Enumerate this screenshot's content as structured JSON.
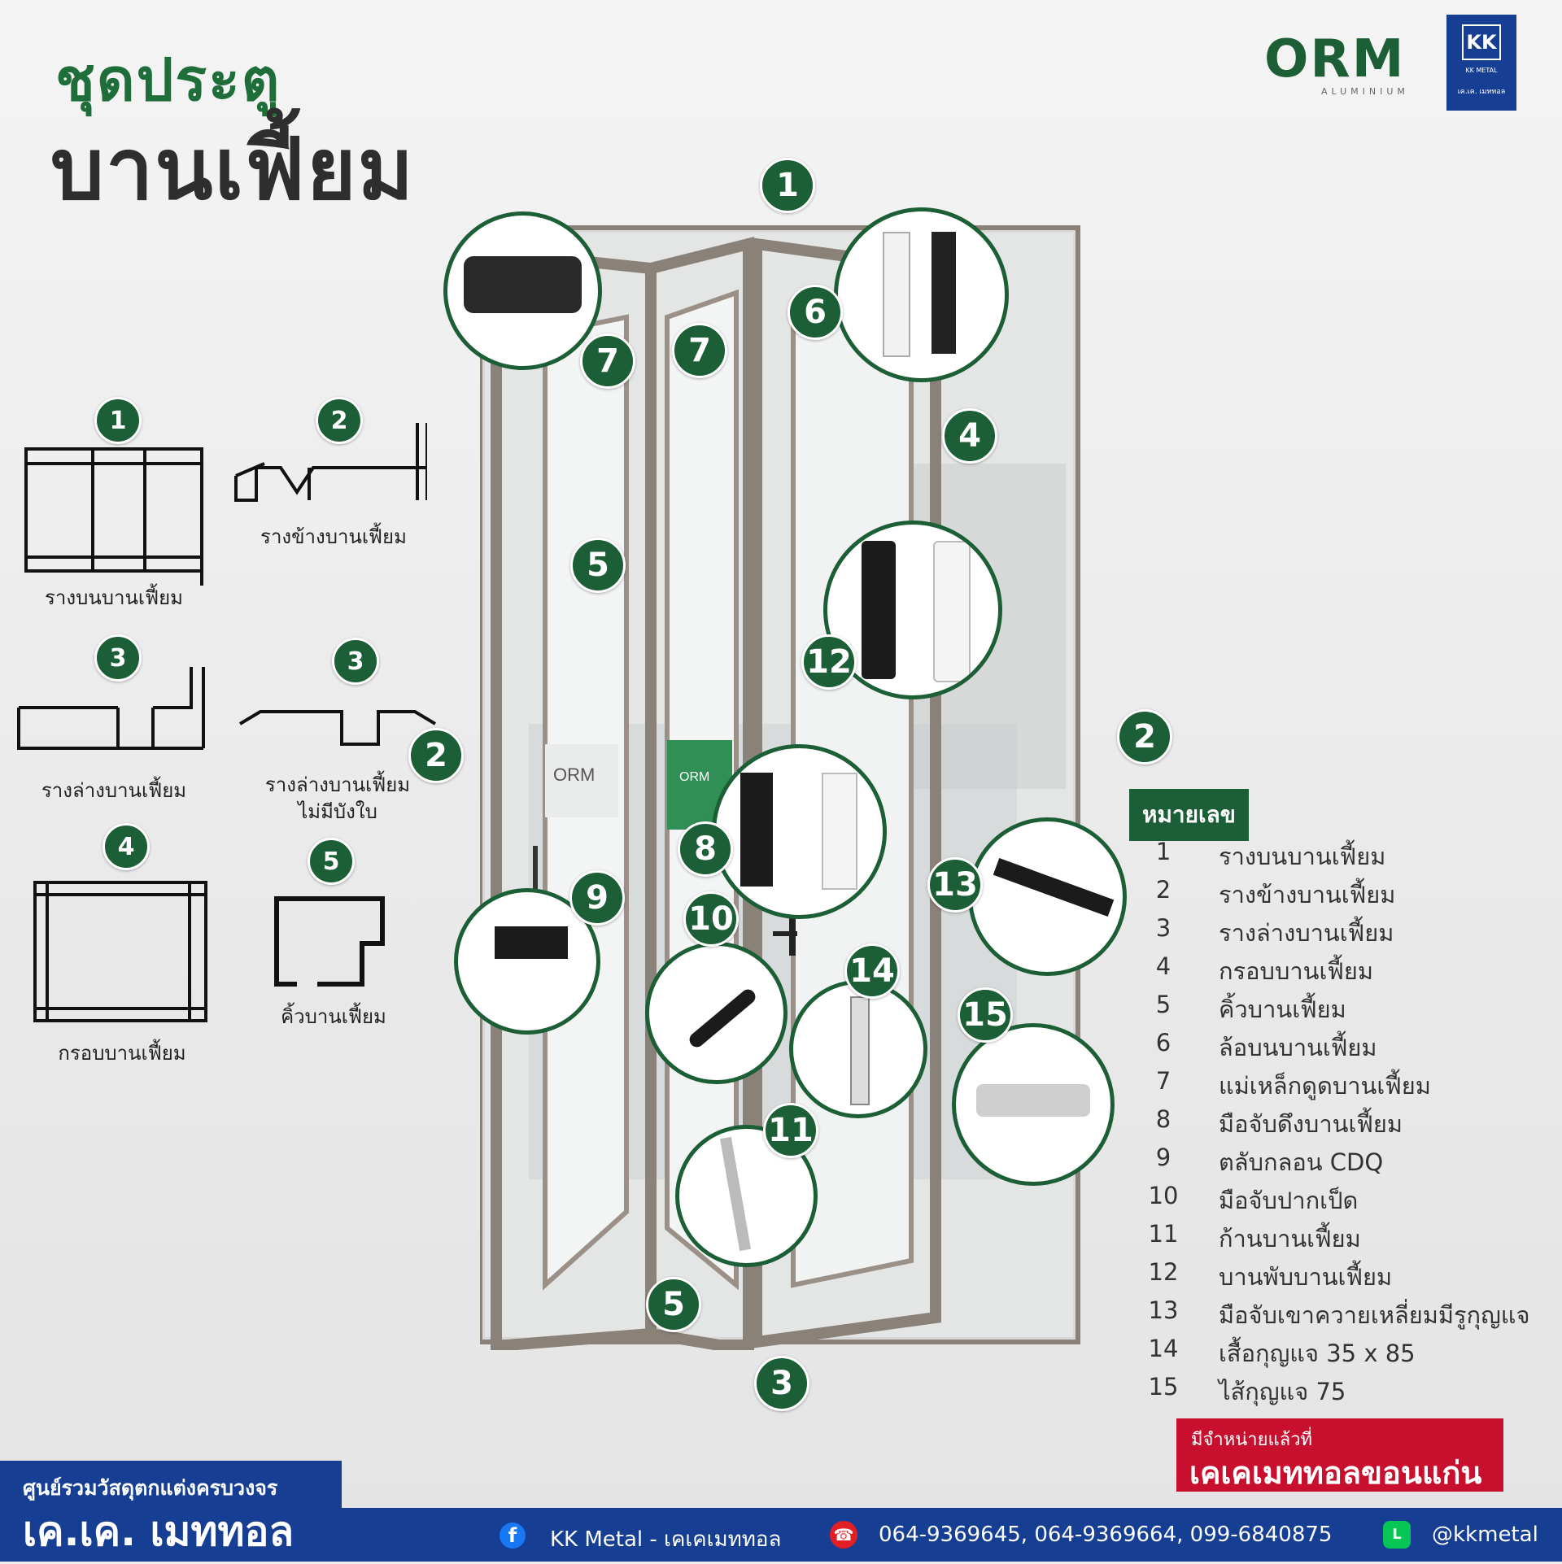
{
  "title": {
    "line1": "ชุดประตู",
    "line2": "บานเฟี้ยม"
  },
  "logos": {
    "orm": "ORM",
    "orm_sub": "ALUMINIUM",
    "kk": "KK",
    "kk_sub1": "KK METAL",
    "kk_sub2": "เค.เค. เมททอล"
  },
  "profiles": [
    {
      "num": "1",
      "label": "รางบนบานเฟี้ยม"
    },
    {
      "num": "2",
      "label": "รางข้างบานเฟี้ยม"
    },
    {
      "num": "3",
      "label": "รางล่างบานเฟี้ยม"
    },
    {
      "num": "3",
      "label": "รางล่างบานเฟี้ยม",
      "label2": "ไม่มีบังใบ"
    },
    {
      "num": "4",
      "label": "กรอบบานเฟี้ยม"
    },
    {
      "num": "5",
      "label": "คิ้วบานเฟี้ยม"
    }
  ],
  "callouts": [
    "1",
    "2",
    "2",
    "3",
    "4",
    "5",
    "5",
    "6",
    "7",
    "7",
    "8",
    "9",
    "10",
    "11",
    "12",
    "13",
    "14",
    "15"
  ],
  "door_sign": {
    "brand": "ORM",
    "green_sign": "ORM"
  },
  "legend": {
    "title": "หมายเลข",
    "items": [
      {
        "n": "1",
        "t": "รางบนบานเฟี้ยม"
      },
      {
        "n": "2",
        "t": "รางข้างบานเฟี้ยม"
      },
      {
        "n": "3",
        "t": "รางล่างบานเฟี้ยม"
      },
      {
        "n": "4",
        "t": "กรอบบานเฟี้ยม"
      },
      {
        "n": "5",
        "t": "คิ้วบานเฟี้ยม"
      },
      {
        "n": "6",
        "t": "ล้อบนบานเฟี้ยม"
      },
      {
        "n": "7",
        "t": "แม่เหล็กดูดบานเฟี้ยม"
      },
      {
        "n": "8",
        "t": "มือจับดึงบานเฟี้ยม"
      },
      {
        "n": "9",
        "t": "ตลับกลอน CDQ"
      },
      {
        "n": "10",
        "t": "มือจับปากเป็ด"
      },
      {
        "n": "11",
        "t": "ก้านบานเฟี้ยม"
      },
      {
        "n": "12",
        "t": "บานพับบานเฟี้ยม"
      },
      {
        "n": "13",
        "t": "มือจับเขาควายเหลี่ยมมีรูกุญแจ"
      },
      {
        "n": "14",
        "t": "เสื้อกุญแจ 35 x 85"
      },
      {
        "n": "15",
        "t": "ไส้กุญแจ 75"
      }
    ]
  },
  "promo": {
    "line1": "มีจำหน่ายแล้วที่",
    "line2": "เคเคเมททอลขอนแก่น"
  },
  "brand": {
    "tagline": "ศูนย์รวมวัสดุตกแต่งครบวงจร",
    "name": "เค.เค. เมททอล"
  },
  "footer": {
    "facebook": "KK Metal - เคเคเมททอล",
    "phones": "064-9369645, 064-9369664, 099-6840875",
    "line": "@kkmetal"
  },
  "colors": {
    "green": "#1c5e35",
    "blue": "#163f93",
    "red": "#c8102e"
  }
}
